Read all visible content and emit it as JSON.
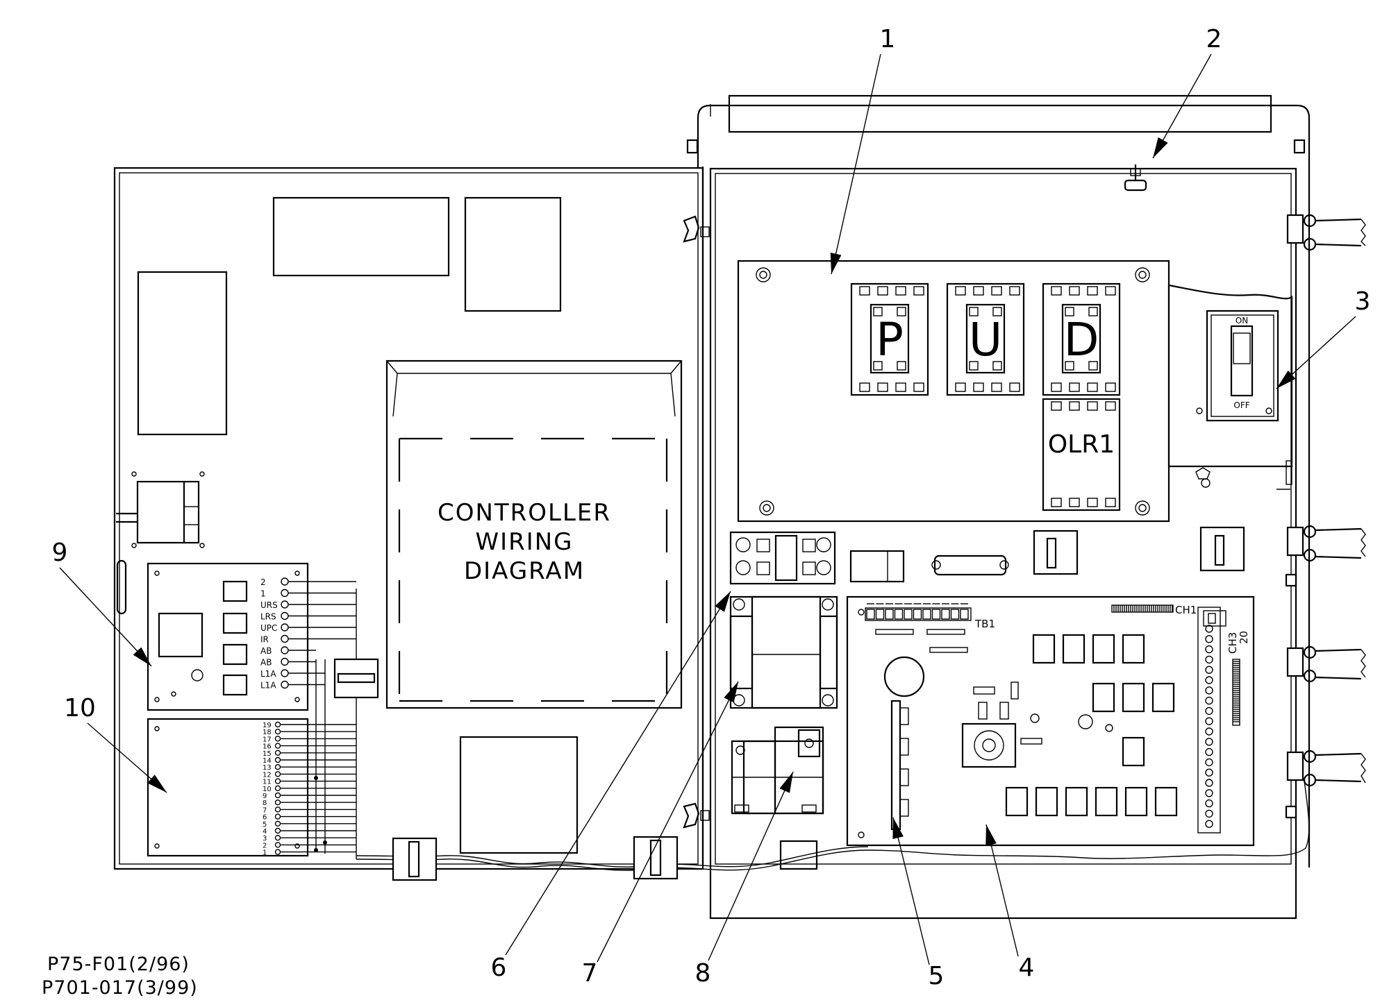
{
  "callouts": [
    {
      "id": "1",
      "label": "1"
    },
    {
      "id": "2",
      "label": "2"
    },
    {
      "id": "3",
      "label": "3"
    },
    {
      "id": "4",
      "label": "4"
    },
    {
      "id": "5",
      "label": "5"
    },
    {
      "id": "6",
      "label": "6"
    },
    {
      "id": "7",
      "label": "7"
    },
    {
      "id": "8",
      "label": "8"
    },
    {
      "id": "9",
      "label": "9"
    },
    {
      "id": "10",
      "label": "10"
    }
  ],
  "door": {
    "wiring_diagram_lines": [
      "CONTROLLER",
      "WIRING",
      "DIAGRAM"
    ],
    "terminal_board_a": [
      "2",
      "1",
      "URS",
      "LRS",
      "UPC",
      "IR",
      "AB",
      "AB",
      "L1A",
      "L1A"
    ],
    "terminal_board_b": [
      "19",
      "18",
      "17",
      "16",
      "15",
      "14",
      "13",
      "12",
      "11",
      "10",
      "9",
      "8",
      "7",
      "6",
      "5",
      "4",
      "3",
      "2",
      "1"
    ]
  },
  "panel": {
    "contactor_labels": [
      "P",
      "U",
      "D"
    ],
    "overload_label": "OLR1",
    "breaker_on": "ON",
    "breaker_off": "OFF",
    "board_labels": {
      "tb1": "TB1",
      "ch1": "CH1",
      "ch3": "CH3",
      "twenty": "20"
    }
  },
  "figure_ids": [
    "P75-F01(2/96)",
    "P701-017(3/99)"
  ]
}
